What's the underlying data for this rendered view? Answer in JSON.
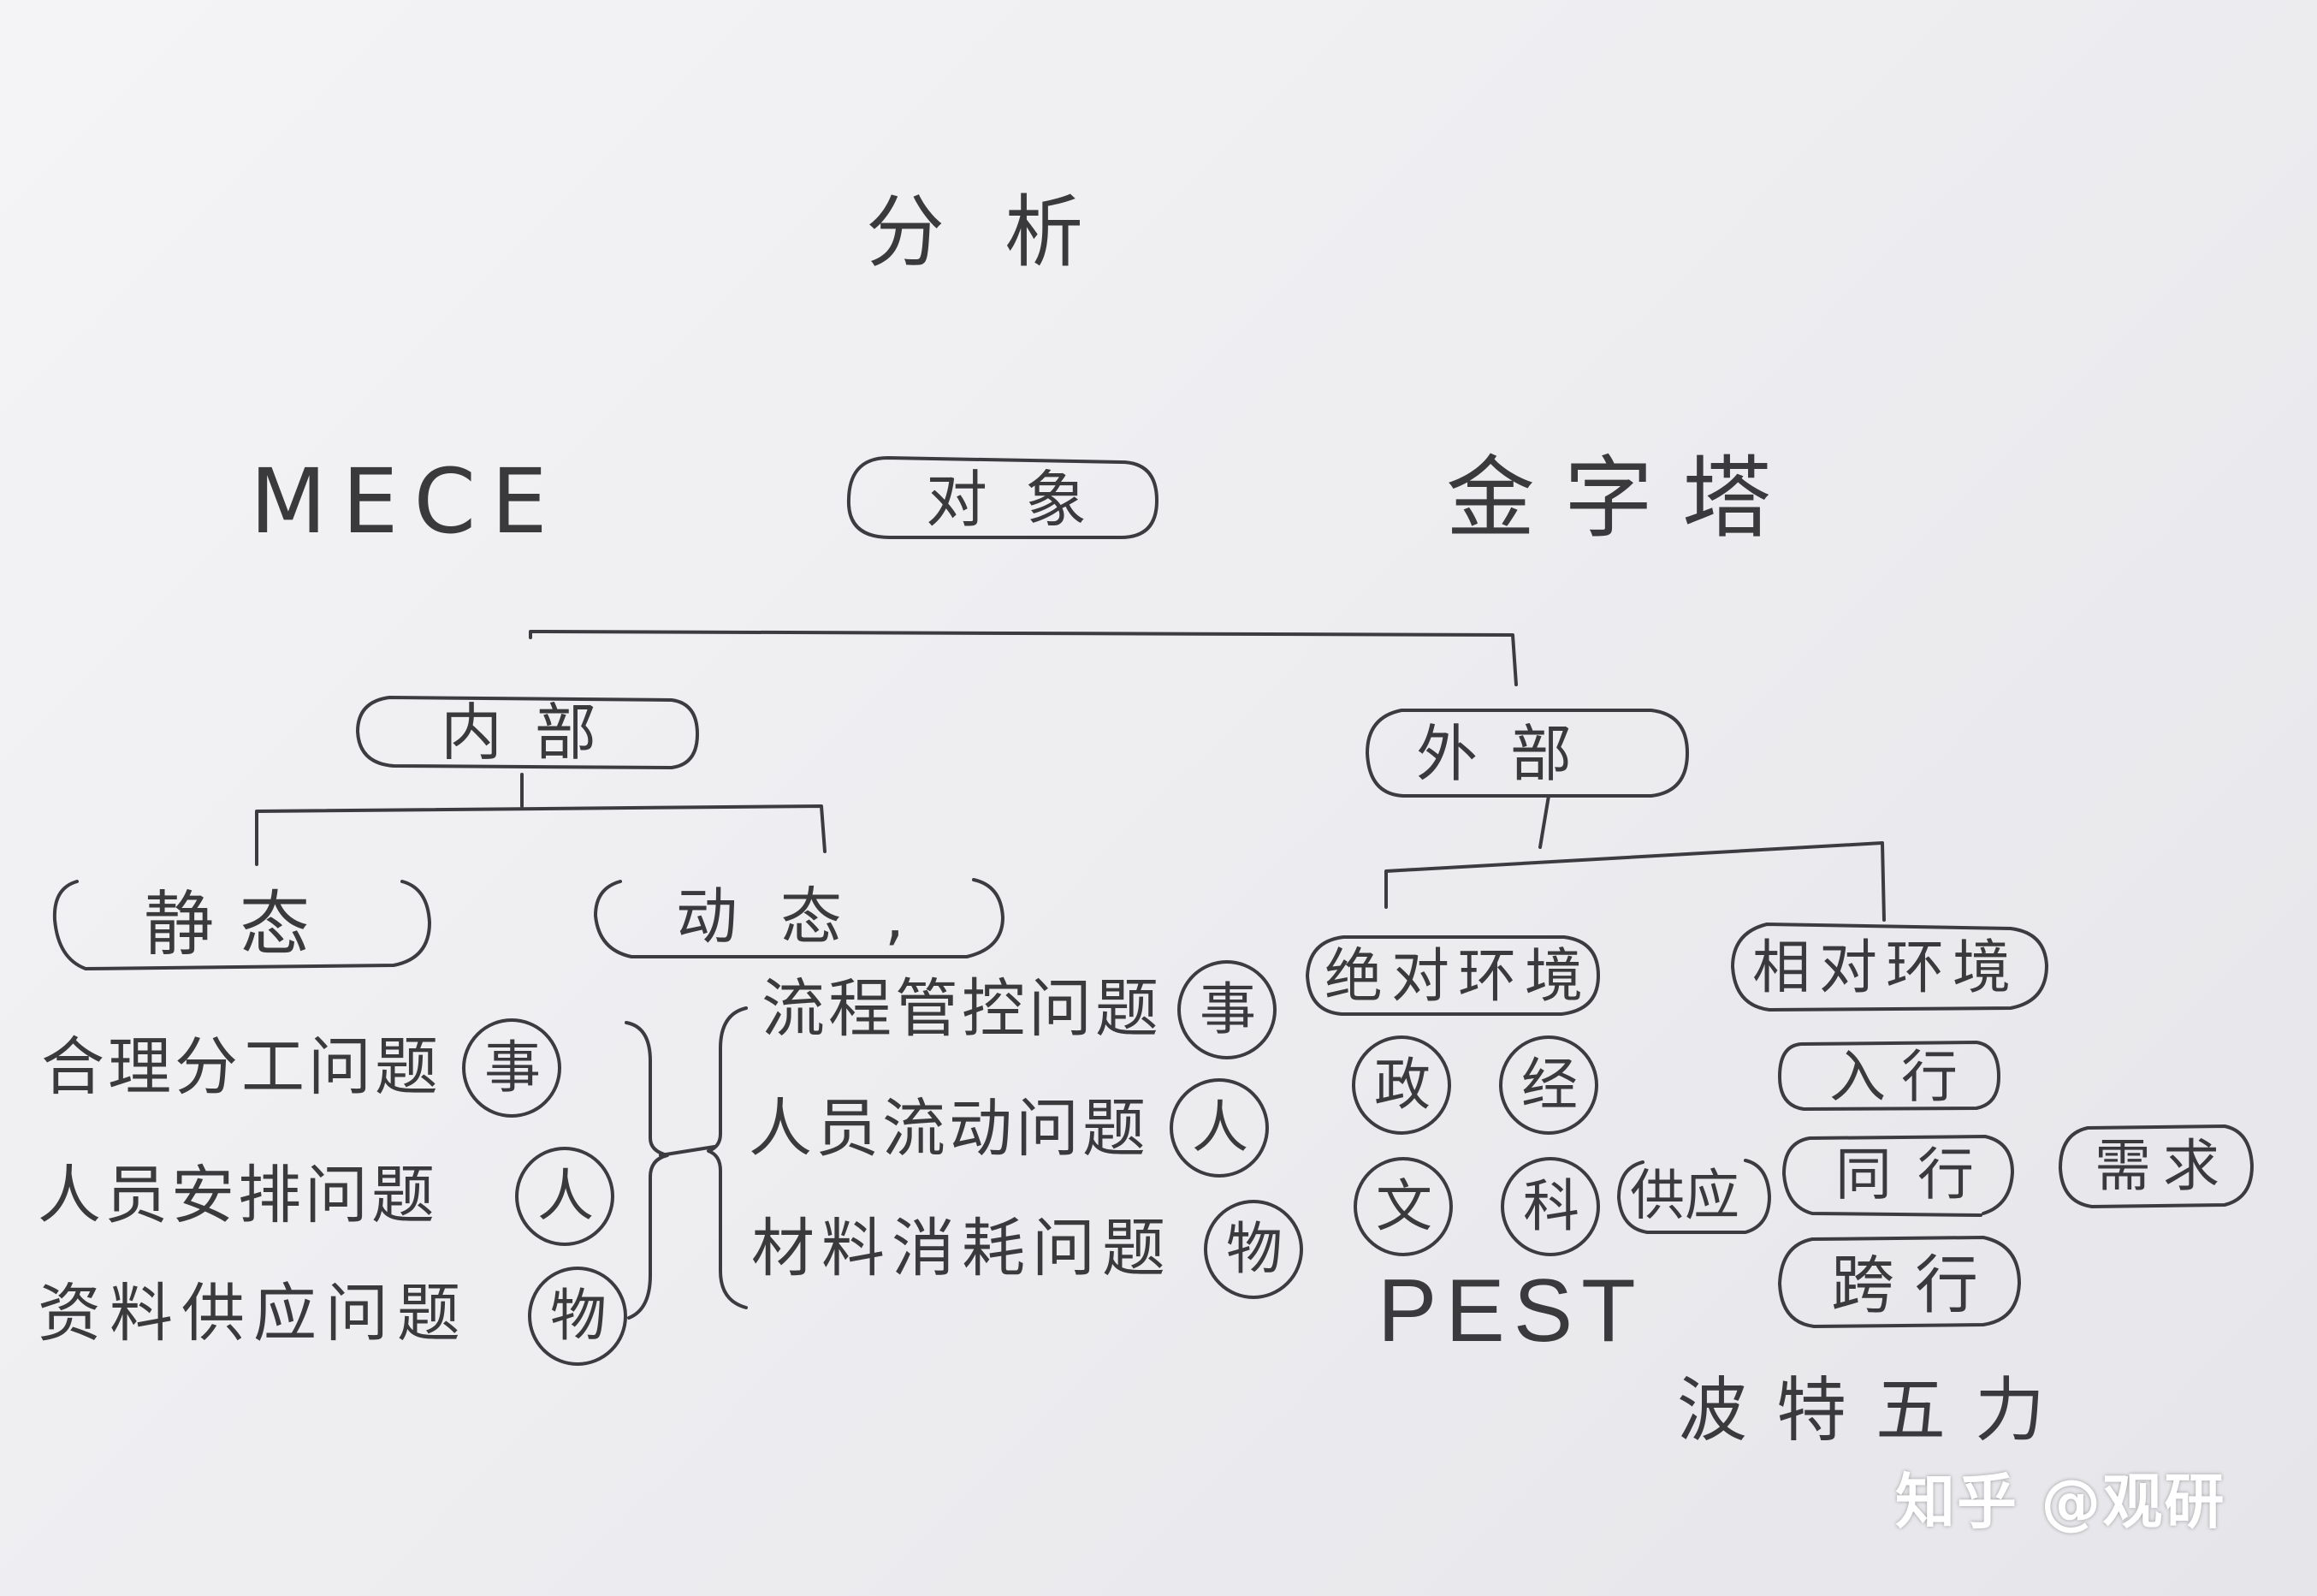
{
  "title": "分析",
  "left_method": "MECE",
  "right_method": "金字塔",
  "root": "对象",
  "internal": {
    "label": "内部",
    "static": {
      "label": "静态",
      "items": [
        {
          "text": "合理分工问题",
          "tag": "事"
        },
        {
          "text": "人员安排问题",
          "tag": "人"
        },
        {
          "text": "资料供应问题",
          "tag": "物"
        }
      ]
    },
    "dynamic": {
      "label": "动态,",
      "items": [
        {
          "text": "流程管控问题",
          "tag": "事"
        },
        {
          "text": "人员流动问题",
          "tag": "人"
        },
        {
          "text": "材料消耗问题",
          "tag": "物"
        }
      ]
    }
  },
  "external": {
    "label": "外部",
    "absolute": {
      "label": "绝对环境",
      "factors": [
        "政",
        "经",
        "文",
        "科"
      ],
      "model": "PEST"
    },
    "relative": {
      "label": "相对环境",
      "forces": [
        "入行",
        "同行",
        "跨行"
      ],
      "supply": "供应",
      "demand": "需求",
      "model": "波特五力"
    }
  },
  "watermark": "知乎 @观研"
}
